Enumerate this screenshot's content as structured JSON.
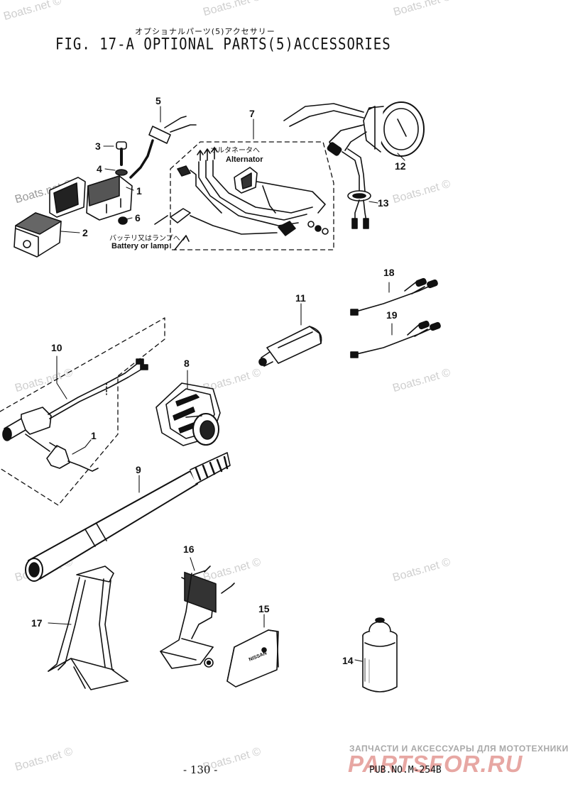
{
  "header": {
    "title_jp": "オプショナルパーツ(5)アクセサリー",
    "title": "FIG. 17-A OPTIONAL PARTS(5)ACCESSORIES"
  },
  "labels": {
    "alternator_jp": "オルタネータへ",
    "alternator": "Alternator",
    "battery_jp": "バッテリ又はランプへ",
    "battery": "Battery or lamp",
    "kit_brand": "NISSAN"
  },
  "callouts": [
    {
      "id": "c5",
      "text": "5"
    },
    {
      "id": "c7",
      "text": "7"
    },
    {
      "id": "c3",
      "text": "3"
    },
    {
      "id": "c4",
      "text": "4"
    },
    {
      "id": "c1a",
      "text": "1"
    },
    {
      "id": "c6",
      "text": "6"
    },
    {
      "id": "c2",
      "text": "2"
    },
    {
      "id": "c12",
      "text": "12"
    },
    {
      "id": "c13",
      "text": "13"
    },
    {
      "id": "c18",
      "text": "18"
    },
    {
      "id": "c11",
      "text": "11"
    },
    {
      "id": "c19",
      "text": "19"
    },
    {
      "id": "c10",
      "text": "10"
    },
    {
      "id": "c8",
      "text": "8"
    },
    {
      "id": "c1b",
      "text": "1"
    },
    {
      "id": "c9",
      "text": "9"
    },
    {
      "id": "c16",
      "text": "16"
    },
    {
      "id": "c15",
      "text": "15"
    },
    {
      "id": "c17",
      "text": "17"
    },
    {
      "id": "c14",
      "text": "14"
    }
  ],
  "watermark": "Boats.net ©",
  "footer": {
    "page_number": "- 130 -",
    "pub_no": "PUB.NO.M-254B",
    "brand_tagline": "ЗАПЧАСТИ И АКСЕССУАРЫ ДЛЯ МОТОТЕХНИКИ",
    "brand_logo": "PARTSFOR.RU"
  }
}
